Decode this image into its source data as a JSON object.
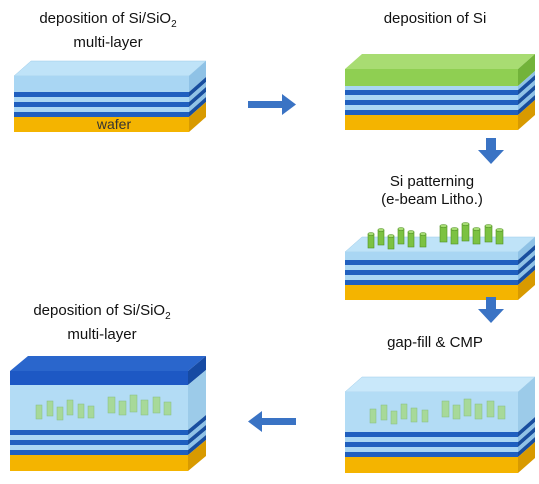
{
  "steps": [
    {
      "title_line1_prefix": "deposition of Si/SiO",
      "title_line1_sub": "2",
      "title_line2": "multi-layer",
      "wafer_label": "wafer"
    },
    {
      "title_line1": "deposition of Si"
    },
    {
      "title_line1": "Si patterning",
      "title_line2": "(e-beam Litho.)"
    },
    {
      "title_line1": "gap-fill & CMP"
    },
    {
      "title_line1_prefix": "deposition of Si/SiO",
      "title_line1_sub": "2",
      "title_line2": "multi-layer"
    }
  ],
  "colors": {
    "wafer": "#f4b400",
    "dark_blue_layer": "#1f5fbf",
    "light_blue_layer": "#a9d6f3",
    "si_green": "#8fcf52",
    "pillar_green": "#7cc242",
    "cap_dark_blue": "#1d58c4",
    "arrow": "#3a73c4"
  },
  "icons": [
    "arrow-right-icon",
    "arrow-down-icon",
    "arrow-down-icon",
    "arrow-left-icon"
  ]
}
